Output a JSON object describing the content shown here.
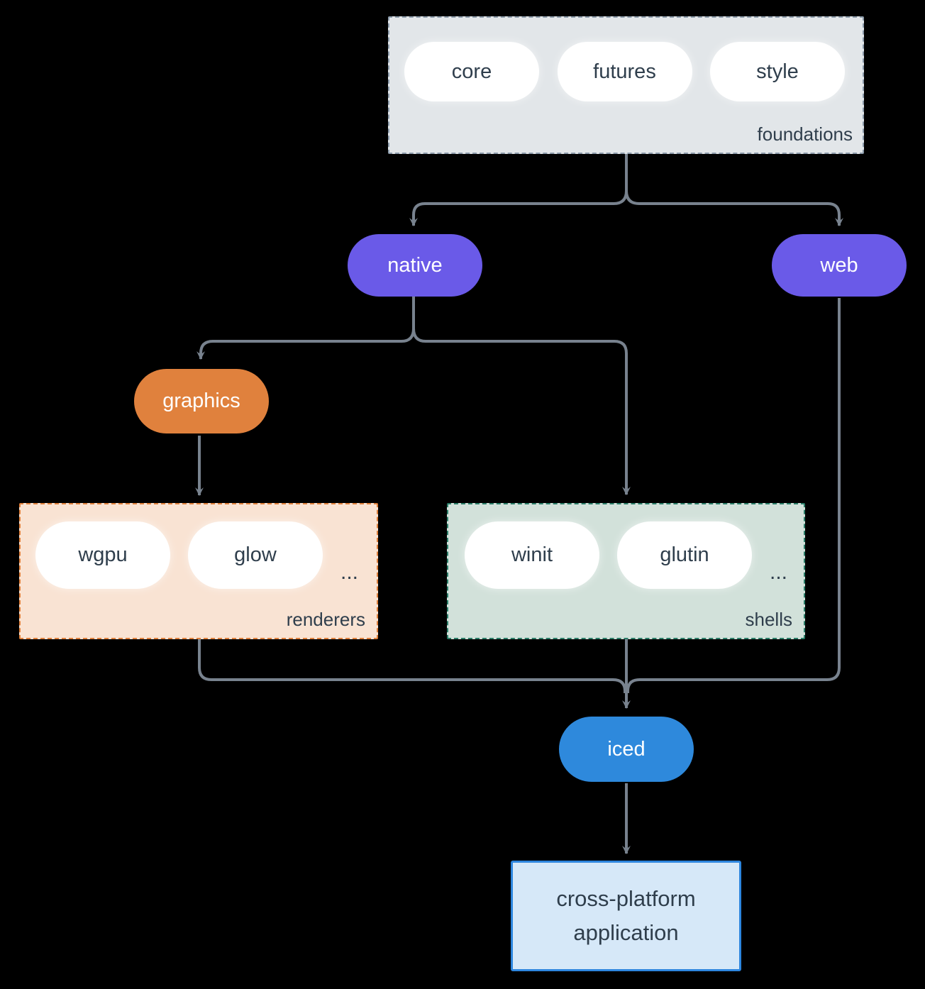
{
  "colors": {
    "background": "#000000",
    "text": "#2F3E4C",
    "arrow": "#78828E",
    "purple": "#6A5AE8",
    "orange": "#E0813D",
    "blue": "#2E89DC",
    "gray-fill": "#E2E6E9",
    "gray-border": "#8C9BAB",
    "peach-fill": "#F9E3D3",
    "peach-border": "#E0813D",
    "teal-fill": "#D2E1DA",
    "teal-border": "#2A7D68",
    "app-fill": "#D6E8F8",
    "app-border": "#2E86DE",
    "white": "#FFFFFF"
  },
  "nodes": {
    "foundations": {
      "label": "foundations",
      "items": [
        "core",
        "futures",
        "style"
      ]
    },
    "native": {
      "label": "native"
    },
    "web": {
      "label": "web"
    },
    "graphics": {
      "label": "graphics"
    },
    "renderers": {
      "label": "renderers",
      "items": [
        "wgpu",
        "glow"
      ],
      "ellipsis": "..."
    },
    "shells": {
      "label": "shells",
      "items": [
        "winit",
        "glutin"
      ],
      "ellipsis": "..."
    },
    "iced": {
      "label": "iced"
    },
    "application": {
      "label": "cross-platform application"
    }
  }
}
